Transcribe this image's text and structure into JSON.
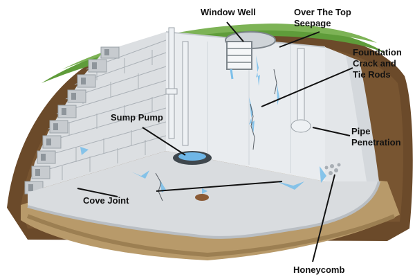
{
  "labels": {
    "window_well": "Window Well",
    "over_the_top_seepage": "Over The Top\nSeepage",
    "foundation_crack": "Foundation\nCrack and\nTie Rods",
    "sump_pump": "Sump Pump",
    "pipe_penetration": "Pipe\nPenetration",
    "cove_joint": "Cove Joint",
    "honeycomb": "Honeycomb"
  },
  "colors": {
    "soil": "#6b4a2a",
    "grass": "#5f9c3a",
    "concrete_wall": "#e9ecef",
    "block_wall": "#dcdfe2",
    "floor": "#d9dcdf",
    "gravel": "#b89a6a",
    "water": "#7cc0ea",
    "pipe": "#eef1f4",
    "leader": "#111111"
  }
}
